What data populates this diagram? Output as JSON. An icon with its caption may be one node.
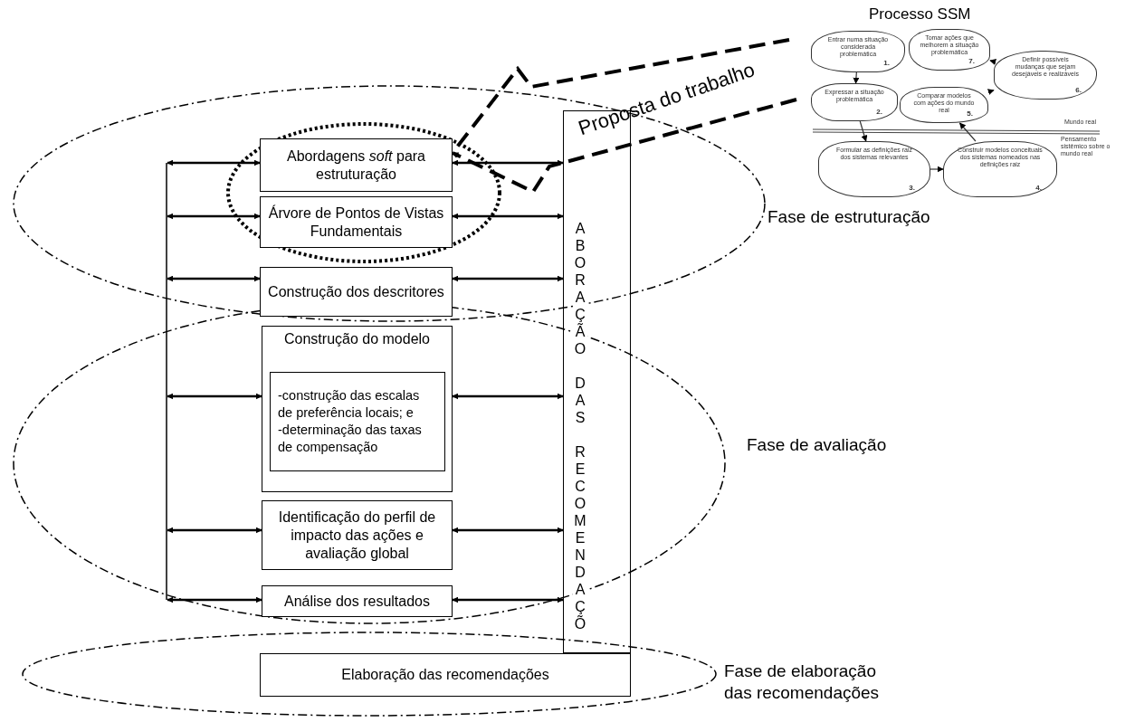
{
  "diagram": {
    "nodes": [
      {
        "text": [
          "Abordagens *soft* para estruturação"
        ]
      },
      {
        "text": [
          "Árvore de Pontos de Vistas Fundamentais"
        ]
      },
      {
        "text": [
          "Construção dos descritores"
        ]
      },
      {
        "text": [
          "Construção do modelo"
        ]
      },
      {
        "text": [
          "-construção das escalas de preferência locais; e",
          "-determinação das taxas de compensação"
        ],
        "in": 3
      },
      {
        "text": [
          "Identificação do perfil de impacto das ações e avaliação global"
        ]
      },
      {
        "text": [
          "Análise dos resultados"
        ]
      },
      {
        "text": [
          "ABORAÇÃO DAS RECOMENDAÇÕ"
        ]
      },
      {
        "text": [
          "Elaboração das recomendações"
        ]
      },
      {
        "text": [
          "Entrar numa situação considerada problemática",
          "1."
        ]
      },
      {
        "text": [
          "Expressar a situação problemática",
          "2."
        ]
      },
      {
        "text": [
          "Formular as definições raiz dos sistemas relevantes",
          "3."
        ]
      },
      {
        "text": [
          "Construir modelos conceituais dos sistemas nomeados nas definições raiz",
          "4."
        ]
      },
      {
        "text": [
          "Comparar modelos com ações do mundo real",
          "5."
        ]
      },
      {
        "text": [
          "Definir possíveis mudanças que sejam desejáveis e realizáveis",
          "6."
        ]
      },
      {
        "text": [
          "Tomar ações que melhorem a situação problemática",
          "7."
        ]
      }
    ],
    "edges": [
      {
        "from": null,
        "to": 0,
        "arrow": "both"
      },
      {
        "from": null,
        "to": 1,
        "arrow": "both"
      },
      {
        "from": null,
        "to": 2,
        "arrow": "both"
      },
      {
        "from": null,
        "to": 3,
        "arrow": "both"
      },
      {
        "from": null,
        "to": 5,
        "arrow": "both"
      },
      {
        "from": null,
        "to": 6,
        "arrow": "both"
      },
      {
        "from": 0,
        "to": 7,
        "arrow": "both"
      },
      {
        "from": 1,
        "to": 7,
        "arrow": "both"
      },
      {
        "from": 2,
        "to": 7,
        "arrow": "both"
      },
      {
        "from": 3,
        "to": 7,
        "arrow": "both"
      },
      {
        "from": 5,
        "to": 7,
        "arrow": "both"
      },
      {
        "from": 6,
        "to": 7,
        "arrow": "both"
      },
      {
        "from": 9,
        "to": 10,
        "arrow": "to"
      },
      {
        "from": 10,
        "to": 11,
        "arrow": "to"
      },
      {
        "from": 11,
        "to": 12,
        "arrow": "to"
      },
      {
        "from": 12,
        "to": 13,
        "arrow": "to"
      },
      {
        "from": 13,
        "to": 14,
        "arrow": "to"
      },
      {
        "from": 14,
        "to": 15,
        "arrow": "to"
      },
      {
        "from": null,
        "to": 0,
        "arrow": "to",
        "label": "Proposta do trabalho",
        "style": "dashed"
      }
    ],
    "labels": [
      "Processo SSM",
      "Mundo real",
      "Pensamento sistêmico sobre o mundo real",
      "Fase de estruturação",
      "Fase de avaliação",
      "Fase de elaboração das recomendações"
    ]
  }
}
